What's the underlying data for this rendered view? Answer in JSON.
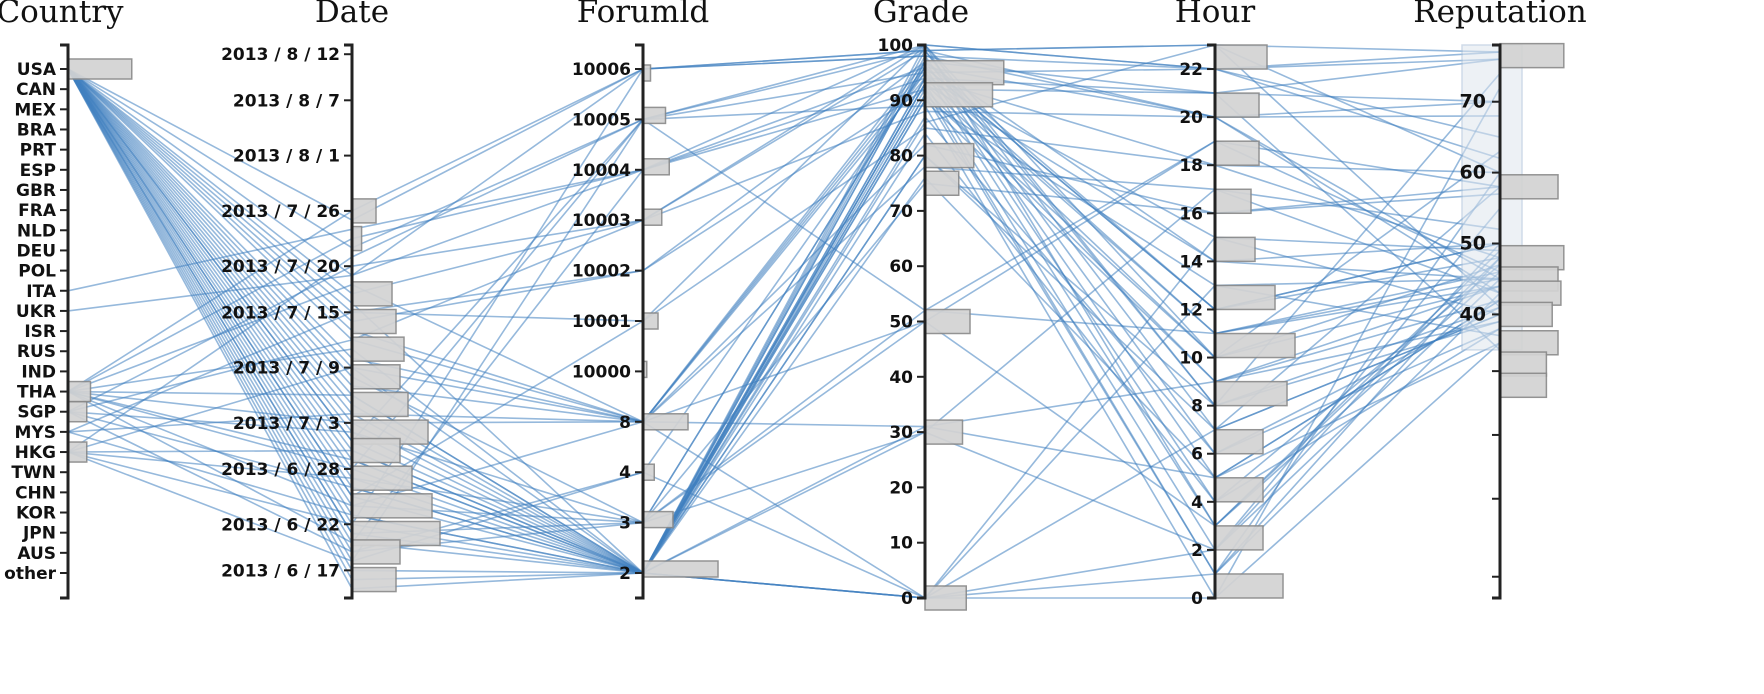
{
  "chart_data": {
    "type": "parallel_coordinates",
    "colors": {
      "lines": "#3f7fc0",
      "bars": "#d3d3d3",
      "bar_stroke": "#8a8a8a",
      "axis": "#222222"
    },
    "dimensions": [
      {
        "name": "Country",
        "kind": "categorical",
        "categories": [
          "USA",
          "CAN",
          "MEX",
          "BRA",
          "PRT",
          "ESP",
          "GBR",
          "FRA",
          "NLD",
          "DEU",
          "POL",
          "ITA",
          "UKR",
          "ISR",
          "RUS",
          "IND",
          "THA",
          "SGP",
          "MYS",
          "HKG",
          "TWN",
          "CHN",
          "KOR",
          "JPN",
          "AUS",
          "other"
        ],
        "hist": {
          "USA": 0.85,
          "THA": 0.3,
          "SGP": 0.25,
          "HKG": 0.25
        }
      },
      {
        "name": "Date",
        "kind": "date",
        "range": [
          "2013-06-14",
          "2013-08-13"
        ],
        "ticks": [
          {
            "v": "2013-08-12",
            "label": "2013 / 8 / 12"
          },
          {
            "v": "2013-08-07",
            "label": "2013 / 8 / 7"
          },
          {
            "v": "2013-08-01",
            "label": "2013 / 8 / 1"
          },
          {
            "v": "2013-07-26",
            "label": "2013 / 7 / 26"
          },
          {
            "v": "2013-07-20",
            "label": "2013 / 7 / 20"
          },
          {
            "v": "2013-07-15",
            "label": "2013 / 7 / 15"
          },
          {
            "v": "2013-07-09",
            "label": "2013 / 7 / 9"
          },
          {
            "v": "2013-07-03",
            "label": "2013 / 7 / 3"
          },
          {
            "v": "2013-06-28",
            "label": "2013 / 6 / 28"
          },
          {
            "v": "2013-06-22",
            "label": "2013 / 6 / 22"
          },
          {
            "v": "2013-06-17",
            "label": "2013 / 6 / 17"
          }
        ],
        "hist": [
          {
            "v": "2013-07-26",
            "w": 0.3
          },
          {
            "v": "2013-07-23",
            "w": 0.12
          },
          {
            "v": "2013-07-17",
            "w": 0.5
          },
          {
            "v": "2013-07-14",
            "w": 0.55
          },
          {
            "v": "2013-07-11",
            "w": 0.65
          },
          {
            "v": "2013-07-08",
            "w": 0.6
          },
          {
            "v": "2013-07-05",
            "w": 0.7
          },
          {
            "v": "2013-07-02",
            "w": 0.95
          },
          {
            "v": "2013-06-30",
            "w": 0.6
          },
          {
            "v": "2013-06-27",
            "w": 0.75
          },
          {
            "v": "2013-06-24",
            "w": 1.0
          },
          {
            "v": "2013-06-21",
            "w": 1.1
          },
          {
            "v": "2013-06-19",
            "w": 0.6
          },
          {
            "v": "2013-06-16",
            "w": 0.55
          }
        ]
      },
      {
        "name": "Forumld",
        "kind": "ordinal",
        "categories": [
          "2",
          "3",
          "4",
          "8",
          "10000",
          "10001",
          "10002",
          "10003",
          "10004",
          "10005",
          "10006"
        ],
        "hist": [
          {
            "v": "10006",
            "w": 0.1,
            "offset": 0.7
          },
          {
            "v": "10005",
            "w": 0.3,
            "offset": 0.3
          },
          {
            "v": "10004",
            "w": 0.35,
            "offset": 0.35
          },
          {
            "v": "10003",
            "w": 0.25,
            "offset": 0.35
          },
          {
            "v": "10001",
            "w": 0.2,
            "offset": 0.5
          },
          {
            "v": "10000",
            "w": 0.05,
            "offset": 0.4
          },
          {
            "v": "8",
            "w": 0.6,
            "offset": 0.5
          },
          {
            "v": "4",
            "w": 0.15,
            "offset": 0.5
          },
          {
            "v": "3",
            "w": 0.4,
            "offset": 0.35
          },
          {
            "v": "2",
            "w": 1.0,
            "offset": 0.3
          }
        ]
      },
      {
        "name": "Grade",
        "kind": "linear",
        "domain": [
          0,
          100
        ],
        "ticks": [
          0,
          10,
          20,
          30,
          40,
          50,
          60,
          70,
          80,
          90,
          100
        ],
        "hist": [
          {
            "v": 95,
            "w": 1.05
          },
          {
            "v": 91,
            "w": 0.9
          },
          {
            "v": 80,
            "w": 0.65
          },
          {
            "v": 75,
            "w": 0.45
          },
          {
            "v": 50,
            "w": 0.6
          },
          {
            "v": 30,
            "w": 0.5
          },
          {
            "v": 0,
            "w": 0.55
          }
        ]
      },
      {
        "name": "Hour",
        "kind": "linear",
        "domain": [
          0,
          23
        ],
        "ticks": [
          0,
          2,
          4,
          6,
          8,
          10,
          12,
          14,
          16,
          18,
          20,
          22
        ],
        "hist": [
          {
            "v": 22.5,
            "w": 0.65
          },
          {
            "v": 20.5,
            "w": 0.55
          },
          {
            "v": 18.5,
            "w": 0.55
          },
          {
            "v": 16.5,
            "w": 0.45
          },
          {
            "v": 14.5,
            "w": 0.5
          },
          {
            "v": 12.5,
            "w": 0.75
          },
          {
            "v": 10.5,
            "w": 1.0
          },
          {
            "v": 8.5,
            "w": 0.9
          },
          {
            "v": 6.5,
            "w": 0.6
          },
          {
            "v": 4.5,
            "w": 0.6
          },
          {
            "v": 2.5,
            "w": 0.6
          },
          {
            "v": 0.5,
            "w": 0.85
          }
        ]
      },
      {
        "name": "Reputation",
        "kind": "linear",
        "domain": [
          0,
          78
        ],
        "ticks": [
          40,
          50,
          60,
          70
        ],
        "minor_ticks": [
          3,
          14,
          23,
          32
        ],
        "brush": [
          35,
          78
        ],
        "hist": [
          {
            "v": 76.5,
            "w": 1.1
          },
          {
            "v": 58,
            "w": 1.0
          },
          {
            "v": 48,
            "w": 1.1
          },
          {
            "v": 45,
            "w": 1.0
          },
          {
            "v": 43,
            "w": 1.05
          },
          {
            "v": 40,
            "w": 0.9
          },
          {
            "v": 36,
            "w": 1.0
          },
          {
            "v": 33,
            "w": 0.8
          },
          {
            "v": 30,
            "w": 0.8
          }
        ]
      }
    ],
    "records": [
      [
        "USA",
        "2013-07-25",
        "10006",
        99,
        23,
        77
      ],
      [
        "USA",
        "2013-07-22",
        "10005",
        95,
        22,
        76
      ],
      [
        "USA",
        "2013-07-19",
        "10004",
        92,
        21,
        70
      ],
      [
        "USA",
        "2013-07-17",
        "10003",
        88,
        20,
        68
      ],
      [
        "USA",
        "2013-07-15",
        "10001",
        85,
        18,
        60
      ],
      [
        "USA",
        "2013-07-13",
        "8",
        82,
        16,
        58
      ],
      [
        "USA",
        "2013-07-10",
        "8",
        97,
        14,
        50
      ],
      [
        "USA",
        "2013-07-08",
        "3",
        96,
        12,
        48
      ],
      [
        "USA",
        "2013-07-05",
        "2",
        94,
        11,
        45
      ],
      [
        "USA",
        "2013-07-03",
        "2",
        93,
        10,
        44
      ],
      [
        "USA",
        "2013-07-01",
        "2",
        90,
        9,
        42
      ],
      [
        "USA",
        "2013-06-29",
        "2",
        100,
        8,
        41
      ],
      [
        "USA",
        "2013-06-27",
        "2",
        99,
        7,
        40
      ],
      [
        "USA",
        "2013-06-25",
        "2",
        98,
        6,
        38
      ],
      [
        "USA",
        "2013-06-23",
        "2",
        97,
        5,
        36
      ],
      [
        "USA",
        "2013-06-21",
        "3",
        96,
        4,
        47
      ],
      [
        "USA",
        "2013-06-19",
        "4",
        95,
        3,
        49
      ],
      [
        "USA",
        "2013-06-17",
        "2",
        93,
        2,
        55
      ],
      [
        "USA",
        "2013-06-15",
        "2",
        91,
        1,
        60
      ],
      [
        "USA",
        "2013-06-18",
        "10005",
        89,
        0,
        72
      ],
      [
        "USA",
        "2013-06-20",
        "10004",
        100,
        22,
        65
      ],
      [
        "USA",
        "2013-06-22",
        "10006",
        98,
        20,
        43
      ],
      [
        "USA",
        "2013-06-24",
        "8",
        50,
        19,
        46
      ],
      [
        "USA",
        "2013-06-26",
        "2",
        30,
        17,
        52
      ],
      [
        "USA",
        "2013-06-28",
        "2",
        0,
        15,
        40
      ],
      [
        "USA",
        "2013-06-30",
        "2",
        0,
        13,
        37
      ],
      [
        "USA",
        "2013-07-02",
        "3",
        52,
        11,
        44
      ],
      [
        "USA",
        "2013-07-04",
        "8",
        31,
        9,
        39
      ],
      [
        "USA",
        "2013-07-06",
        "2",
        80,
        7,
        58
      ],
      [
        "USA",
        "2013-07-09",
        "2",
        76,
        5,
        42
      ],
      [
        "USA",
        "2013-07-12",
        "10003",
        100,
        3,
        46
      ],
      [
        "USA",
        "2013-07-14",
        "10002",
        92,
        1,
        48
      ],
      [
        "USA",
        "2013-07-16",
        "2",
        86,
        23,
        41
      ],
      [
        "USA",
        "2013-06-16",
        "2",
        94,
        21,
        35
      ],
      [
        "USA",
        "2013-06-21",
        "2",
        97,
        12,
        50
      ],
      [
        "USA",
        "2013-06-25",
        "10001",
        100,
        10,
        63
      ],
      [
        "USA",
        "2013-07-01",
        "10005",
        99,
        8,
        74
      ],
      [
        "USA",
        "2013-07-07",
        "8",
        0,
        2,
        45
      ],
      [
        "THA",
        "2013-07-26",
        "10006",
        98,
        22,
        77
      ],
      [
        "THA",
        "2013-07-23",
        "10004",
        96,
        20,
        70
      ],
      [
        "THA",
        "2013-07-18",
        "8",
        94,
        15,
        49
      ],
      [
        "THA",
        "2013-07-11",
        "2",
        90,
        13,
        45
      ],
      [
        "THA",
        "2013-07-06",
        "2",
        87,
        6,
        41
      ],
      [
        "THA",
        "2013-06-29",
        "2",
        84,
        4,
        38
      ],
      [
        "THA",
        "2013-06-24",
        "3",
        30,
        2,
        50
      ],
      [
        "THA",
        "2013-06-20",
        "2",
        0,
        0,
        36
      ],
      [
        "THA",
        "2013-06-28",
        "10005",
        52,
        19,
        58
      ],
      [
        "THA",
        "2013-07-03",
        "8",
        78,
        17,
        43
      ],
      [
        "SGP",
        "2013-07-20",
        "10003",
        99,
        23,
        60
      ],
      [
        "SGP",
        "2013-07-12",
        "8",
        95,
        11,
        46
      ],
      [
        "SGP",
        "2013-07-02",
        "2",
        92,
        9,
        44
      ],
      [
        "SGP",
        "2013-06-26",
        "2",
        0,
        7,
        40
      ],
      [
        "SGP",
        "2013-06-19",
        "3",
        50,
        3,
        48
      ],
      [
        "MYS",
        "2013-07-15",
        "10002",
        97,
        21,
        76
      ],
      [
        "MYS",
        "2013-07-04",
        "2",
        93,
        14,
        45
      ],
      [
        "MYS",
        "2013-06-23",
        "2",
        31,
        5,
        42
      ],
      [
        "HKG",
        "2013-07-21",
        "10005",
        100,
        22,
        62
      ],
      [
        "HKG",
        "2013-07-09",
        "8",
        96,
        12,
        50
      ],
      [
        "HKG",
        "2013-06-30",
        "2",
        91,
        10,
        47
      ],
      [
        "HKG",
        "2013-06-22",
        "2",
        80,
        8,
        39
      ],
      [
        "HKG",
        "2013-06-18",
        "4",
        0,
        1,
        43
      ],
      [
        "HKG",
        "2013-06-27",
        "3",
        75,
        16,
        57
      ],
      [
        "ITA",
        "2013-07-24",
        "10004",
        94,
        18,
        48
      ],
      [
        "UKR",
        "2013-07-19",
        "10006",
        99,
        20,
        45
      ]
    ]
  }
}
